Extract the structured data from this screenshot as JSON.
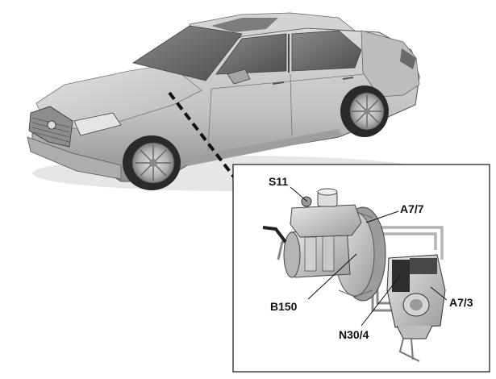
{
  "callouts": {
    "s11": "S11",
    "a7_7": "A7/7",
    "b150": "B150",
    "a7_3": "A7/3",
    "n30_4": "N30/4"
  },
  "colors": {
    "car_body": "#c4c4c4",
    "car_shadow": "#9a9a9a",
    "glass": "#6e6e6e",
    "line": "#111111",
    "component": "#bdbdbd"
  }
}
